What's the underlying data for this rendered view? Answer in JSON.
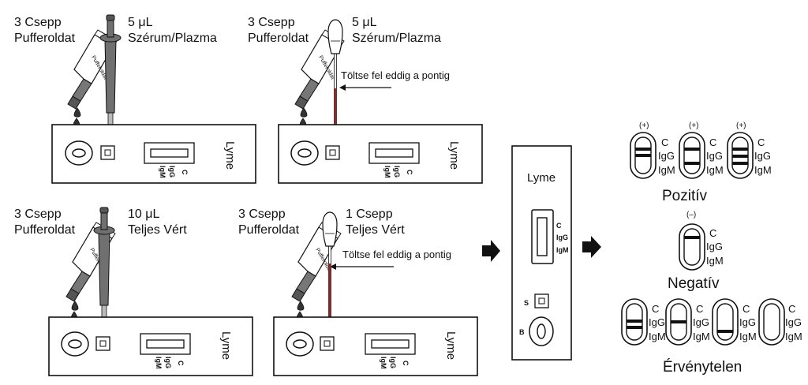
{
  "panels": [
    {
      "buffer_label_line1": "3 Csepp",
      "buffer_label_line2": "Pufferoldat",
      "sample_label_line1": "5 μL",
      "sample_label_line2": "Szérum/Plazma",
      "device_name": "Lyme",
      "bottle_label": "Pufferoldat",
      "test_line_c": "C",
      "test_line_igg": "IgG",
      "test_line_igm": "IgM"
    },
    {
      "buffer_label_line1": "3 Csepp",
      "buffer_label_line2": "Pufferoldat",
      "sample_label_line1": "5 μL",
      "sample_label_line2": "Szérum/Plazma",
      "fill_note": "Töltse fel eddig a pontig",
      "device_name": "Lyme",
      "bottle_label": "Pufferoldat",
      "test_line_c": "C",
      "test_line_igg": "IgG",
      "test_line_igm": "IgM"
    },
    {
      "buffer_label_line1": "3 Csepp",
      "buffer_label_line2": "Pufferoldat",
      "sample_label_line1": "10 μL",
      "sample_label_line2": "Teljes Vért",
      "device_name": "Lyme",
      "bottle_label": "Pufferoldat",
      "test_line_c": "C",
      "test_line_igg": "IgG",
      "test_line_igm": "IgM"
    },
    {
      "buffer_label_line1": "3 Csepp",
      "buffer_label_line2": "Pufferoldat",
      "sample_label_line1": "1 Csepp",
      "sample_label_line2": "Teljes Vért",
      "fill_note": "Töltse fel eddig a pontig",
      "device_name": "Lyme",
      "bottle_label": "Pufferoldat",
      "test_line_c": "C",
      "test_line_igg": "IgG",
      "test_line_igm": "IgM"
    }
  ],
  "cassette": {
    "name": "Lyme",
    "line_c": "C",
    "line_igg": "IgG",
    "line_igm": "IgM",
    "sample_well": "S",
    "buffer_well": "B"
  },
  "results": {
    "positive_title": "Pozitív",
    "positive_sign": "(+)",
    "negative_title": "Negatív",
    "negative_sign": "(–)",
    "invalid_title": "Érvénytelen",
    "line_c": "C",
    "line_igg": "IgG",
    "line_igm": "IgM"
  },
  "colors": {
    "ink": "#111111",
    "dropper_gray": "#707070",
    "sample_red": "#8a2a2a"
  }
}
